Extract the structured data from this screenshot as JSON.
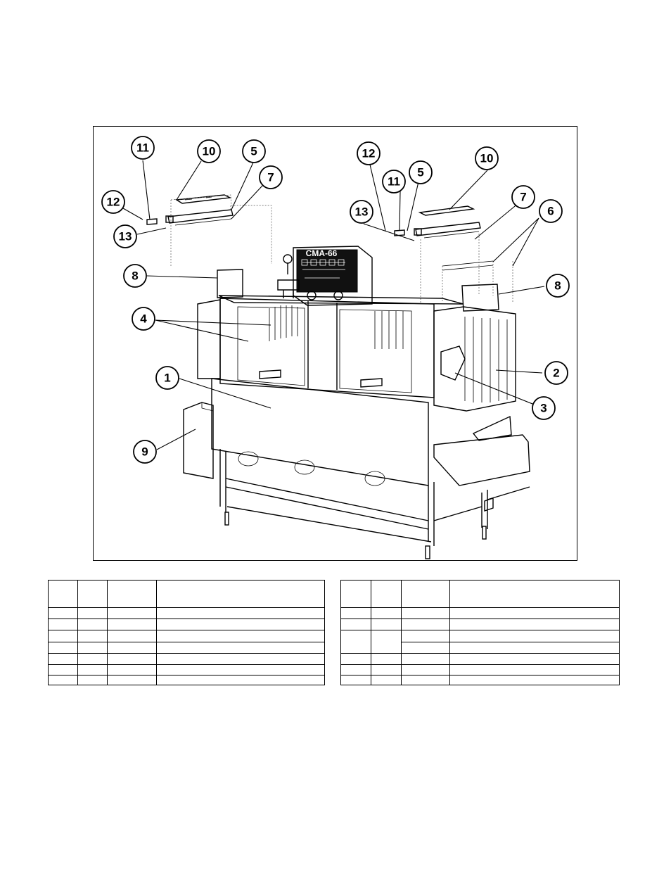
{
  "figure": {
    "model_label": "CMA-66",
    "callouts": [
      {
        "id": "c11a",
        "label": "11"
      },
      {
        "id": "c10a",
        "label": "10"
      },
      {
        "id": "c5a",
        "label": "5"
      },
      {
        "id": "c7a",
        "label": "7"
      },
      {
        "id": "c12a",
        "label": "12"
      },
      {
        "id": "c13a",
        "label": "13"
      },
      {
        "id": "c8a",
        "label": "8"
      },
      {
        "id": "c4",
        "label": "4"
      },
      {
        "id": "c1",
        "label": "1"
      },
      {
        "id": "c9",
        "label": "9"
      },
      {
        "id": "c12b",
        "label": "12"
      },
      {
        "id": "c11b",
        "label": "11"
      },
      {
        "id": "c5b",
        "label": "5"
      },
      {
        "id": "c10b",
        "label": "10"
      },
      {
        "id": "c13b",
        "label": "13"
      },
      {
        "id": "c7b",
        "label": "7"
      },
      {
        "id": "c6",
        "label": "6"
      },
      {
        "id": "c8b",
        "label": "8"
      },
      {
        "id": "c2",
        "label": "2"
      },
      {
        "id": "c3",
        "label": "3"
      }
    ]
  },
  "tables": {
    "left": {
      "header": [
        "",
        "",
        "",
        ""
      ],
      "rows": [
        [
          "",
          "",
          "",
          ""
        ],
        [
          "",
          "",
          "",
          ""
        ],
        [
          "",
          "",
          "",
          ""
        ],
        [
          "",
          "",
          "",
          ""
        ],
        [
          "",
          "",
          "",
          ""
        ],
        [
          "",
          "",
          "",
          ""
        ],
        [
          "",
          "",
          "",
          ""
        ]
      ]
    },
    "right": {
      "header": [
        "",
        "",
        "",
        ""
      ],
      "rows": [
        [
          "",
          "",
          "",
          ""
        ],
        [
          "",
          "",
          "",
          ""
        ],
        [
          "",
          "",
          ""
        ],
        [
          "",
          "",
          ""
        ],
        [
          "",
          "",
          "",
          ""
        ],
        [
          "",
          "",
          "",
          ""
        ],
        [
          "",
          "",
          "",
          ""
        ]
      ]
    }
  }
}
